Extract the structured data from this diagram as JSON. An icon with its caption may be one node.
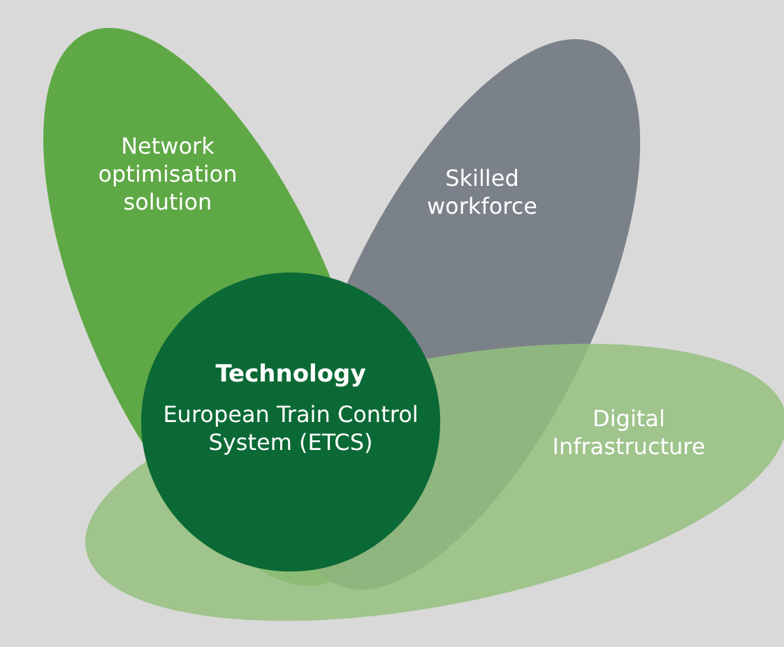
{
  "diagram": {
    "nodes": [
      {
        "text": [
          "Network optimisation solution"
        ]
      },
      {
        "text": [
          "Skilled workforce"
        ]
      },
      {
        "text": [
          "Digital Infrastructure"
        ]
      },
      {
        "text": [
          "Technology",
          "European Train Control System (ETCS)"
        ]
      }
    ]
  }
}
